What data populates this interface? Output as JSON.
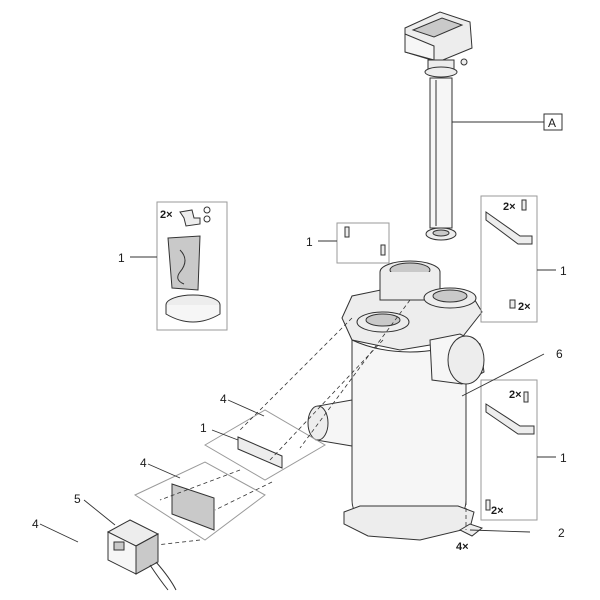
{
  "callouts": {
    "inlet_kit_left": "1",
    "screws_top": "1",
    "bracket_top_right": "1",
    "bracket_mid_right": "1",
    "bracket_left": "1",
    "screws_group_a": "4",
    "screws_group_b": "4",
    "screws_group_c": "4",
    "control_unit": "5",
    "housing": "6",
    "feet": "2",
    "uv_unit": "A"
  },
  "quantities": {
    "kit_screws": "2×",
    "bracket_top_screws": "2×",
    "bracket_top_nuts": "2×",
    "bracket_mid_screws": "2×",
    "bracket_mid_nuts": "2×",
    "feet_count": "4×"
  }
}
